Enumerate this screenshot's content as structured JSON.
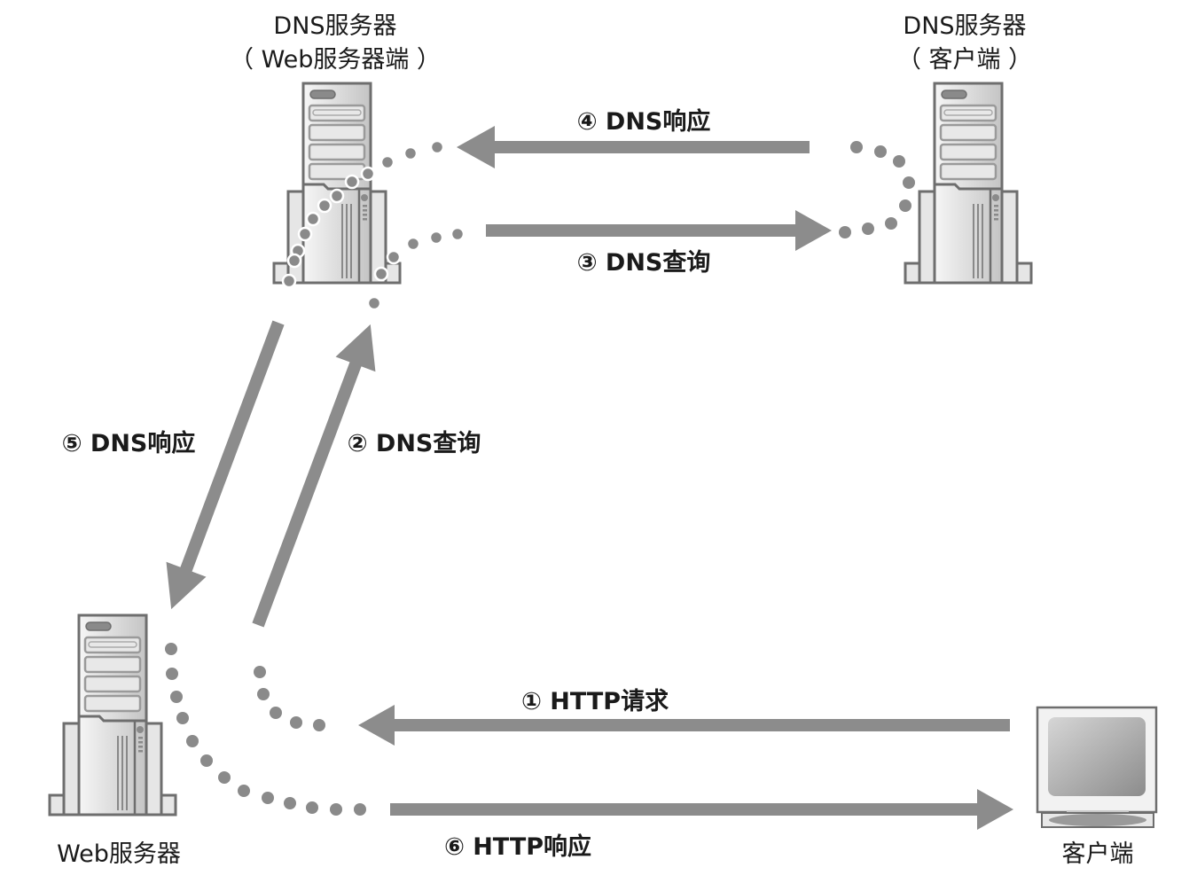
{
  "diagram": {
    "title": "DNS resolution and HTTP request flow",
    "colors": {
      "arrow": "#8c8c8c",
      "dot": "#8a8a8a",
      "server_outline": "#6e6e6e",
      "server_fill_light": "#f4f4f4",
      "server_fill_dark": "#c8c8c8",
      "text": "#1a1a1a"
    },
    "nodes": {
      "dns_web": {
        "line1": "DNS服务器",
        "line2": "（ Web服务器端 ）",
        "icon": "server-tower-icon"
      },
      "dns_client": {
        "line1": "DNS服务器",
        "line2": "（ 客户端 ）",
        "icon": "server-tower-icon"
      },
      "web_server": {
        "label": "Web服务器",
        "icon": "server-tower-icon"
      },
      "client": {
        "label": "客户端",
        "icon": "monitor-icon"
      }
    },
    "flows": [
      {
        "step": "①",
        "label": "① HTTP请求",
        "from": "client",
        "to": "web_server"
      },
      {
        "step": "②",
        "label": "② DNS查询",
        "from": "web_server",
        "to": "dns_web"
      },
      {
        "step": "③",
        "label": "③ DNS查询",
        "from": "dns_web",
        "to": "dns_client"
      },
      {
        "step": "④",
        "label": "④ DNS响应",
        "from": "dns_client",
        "to": "dns_web"
      },
      {
        "step": "⑤",
        "label": "⑤ DNS响应",
        "from": "dns_web",
        "to": "web_server"
      },
      {
        "step": "⑥",
        "label": "⑥ HTTP响应",
        "from": "web_server",
        "to": "client"
      }
    ]
  }
}
